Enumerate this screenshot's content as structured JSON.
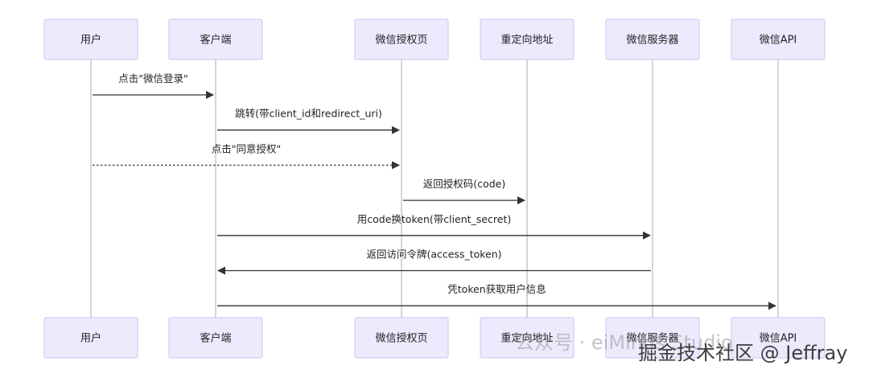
{
  "actors": [
    "用户",
    "客户端",
    "微信授权页",
    "重定向地址",
    "微信服务器",
    "微信API"
  ],
  "messages": [
    {
      "from": 0,
      "to": 1,
      "label": "点击\"微信登录\"",
      "style": "solid"
    },
    {
      "from": 1,
      "to": 2,
      "label": "跳转(带client_id和redirect_uri)",
      "style": "solid"
    },
    {
      "from": 0,
      "to": 2,
      "label": "点击\"同意授权\"",
      "style": "dotted"
    },
    {
      "from": 2,
      "to": 3,
      "label": "返回授权码(code)",
      "style": "solid"
    },
    {
      "from": 1,
      "to": 4,
      "label": "用code换token(带client_secret)",
      "style": "solid"
    },
    {
      "from": 4,
      "to": 1,
      "label": "返回访问令牌(access_token)",
      "style": "solid"
    },
    {
      "from": 1,
      "to": 5,
      "label": "凭token获取用户信息",
      "style": "solid"
    }
  ],
  "watermark": {
    "line1": "公众号 · eiMinds Studio",
    "line2": "掘金技术社区 @ Jeffray"
  }
}
